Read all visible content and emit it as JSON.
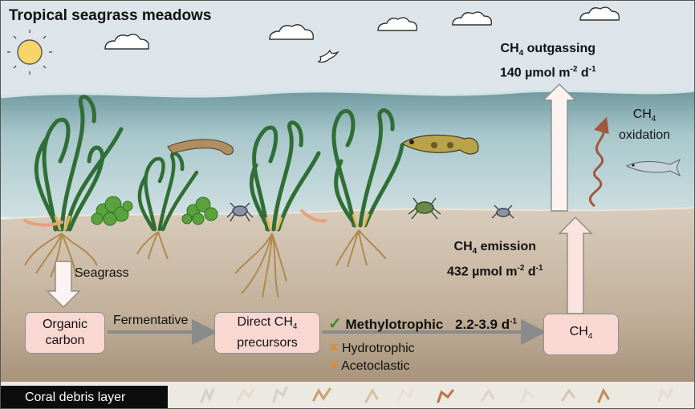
{
  "title": "Tropical seagrass meadows",
  "outgassing": {
    "line1_prefix": "CH",
    "line1_sub": "4",
    "line1_suffix": " outgassing",
    "line2_prefix": "140 µmol m",
    "line2_sup1": "-2",
    "line2_mid": " d",
    "line2_sup2": "-1"
  },
  "oxidation": {
    "prefix": "CH",
    "sub": "4",
    "line2": "oxidation"
  },
  "emission": {
    "line1_prefix": "CH",
    "line1_sub": "4",
    "line1_suffix": " emission",
    "line2_prefix": "432 µmol m",
    "line2_sup1": "-2",
    "line2_mid": " d",
    "line2_sup2": "-1"
  },
  "seagrass_label": "Seagrass",
  "boxes": {
    "organic_carbon": {
      "line1": "Organic",
      "line2": "carbon"
    },
    "precursors": {
      "line1_prefix": "Direct CH",
      "line1_sub": "4",
      "line2": "precursors"
    },
    "methane": {
      "prefix": "CH",
      "sub": "4"
    }
  },
  "fermentative": "Fermentative",
  "pathways": {
    "methylotrophic": {
      "check": "✓",
      "label": "Methylotrophic",
      "rate_prefix": "2.2-3.9 d",
      "rate_sup": "-1"
    },
    "hydrotrophic": {
      "mark": "×",
      "label": "Hydrotrophic"
    },
    "acetoclastic": {
      "mark": "×",
      "label": "Acetoclastic"
    }
  },
  "debris_layer": "Coral debris layer",
  "colors": {
    "sky": "#dfe6ea",
    "water": "#a9c8cc",
    "sediment": "#c9b9a6",
    "box_fill": "#f9d8d1",
    "arrow_pink": "#f6cfc8",
    "check_green": "#3b8a2d",
    "cross_orange": "#d98a2b",
    "oxidation_arrow": "#a0573f"
  }
}
